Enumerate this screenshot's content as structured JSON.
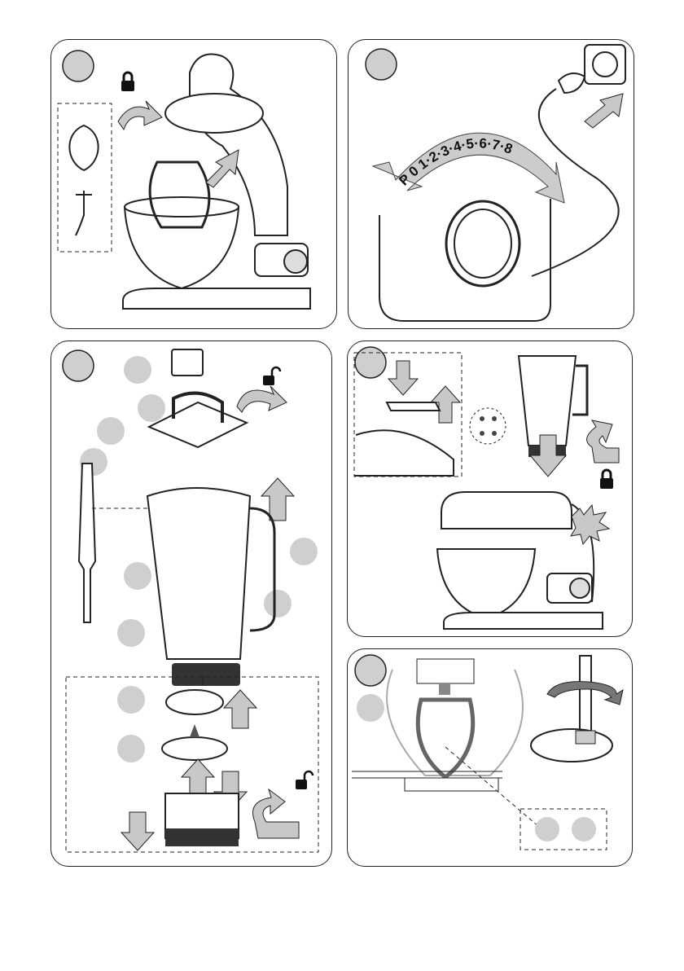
{
  "colors": {
    "arrow_fill": "#c8c8c8",
    "label_circle": "#cfcfcf",
    "outline": "#222222"
  },
  "panels": [
    {
      "id": "attach-tool",
      "icons": [
        "lock-icon",
        "rotate-arrow-icon",
        "up-arrow-icon"
      ]
    },
    {
      "id": "speed-dial",
      "dial_label": "P  0  1·2·3·4·5·6·7·8",
      "icons": [
        "plug-icon",
        "arrow-icon"
      ]
    },
    {
      "id": "blender-assembly",
      "icons": [
        "unlock-icon",
        "up-arrow-icon",
        "down-arrow-icon"
      ]
    },
    {
      "id": "blender-mount",
      "icons": [
        "lock-icon",
        "click-icon",
        "down-arrow-icon"
      ]
    },
    {
      "id": "beater-adjust",
      "icons": [
        "rotate-arrow-icon",
        "nut-icon"
      ]
    }
  ]
}
